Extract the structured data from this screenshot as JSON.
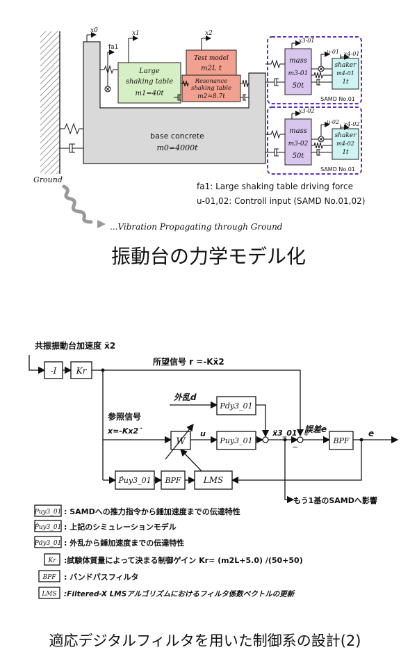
{
  "top": {
    "coords": [
      "x0",
      "x1",
      "x2",
      "x3-01",
      "x3-02",
      "u-01",
      "u-02",
      "x4-01",
      "x4-02"
    ],
    "fa1": "fa1",
    "large_table": [
      "Large",
      "shaking table",
      "m1=40t"
    ],
    "test_model": [
      "Test model",
      "m2L t"
    ],
    "resonance_table": [
      "Resonance",
      "shaking table",
      "m2=8.7t"
    ],
    "base": [
      "base concrete",
      "m0=4000t"
    ],
    "mass1": [
      "mass",
      "m3-01",
      "50t"
    ],
    "mass2": [
      "mass",
      "m3-02",
      "50t"
    ],
    "shaker1": [
      "shaker",
      "m4-01",
      "1t"
    ],
    "shaker2": [
      "shaker",
      "m4-02",
      "1t"
    ],
    "samd1": "SAMD No.01",
    "samd2": "SAMD No.01",
    "ground": "Ground",
    "legend_fa1": "fa1: Large shaking table driving force",
    "legend_u": "u-01,02: Controll input (SAMD No.01,02)",
    "vibration": "...Vibration Propagating through Ground",
    "caption": "振動台の力学モデル化"
  },
  "bottom": {
    "input_label": "共振振動台加速度 ẍ2",
    "gain_neg": "-I",
    "gain_k": "Kr",
    "desired": "所望信号 r =-Kẍ2",
    "disturbance": "外乱d",
    "p_dy": "Pdy3_01",
    "ref_label": "参照信号",
    "ref_eq": "x=-Kx2¨",
    "w": "W",
    "u": "u",
    "p_uy": "Puy3_01",
    "x3": "ẍ3_01",
    "error_label": "誤差e",
    "bpf": "BPF",
    "e": "e",
    "p_hat": "P̂uy3_01",
    "bpf2": "BPF",
    "lms": "LMS",
    "other_samd": "もう1基のSAMDへ影響",
    "plus": "+",
    "minus": "−",
    "legend": [
      {
        "sym": "Puy3_01",
        "text": ": SAMDへの推力指令から錘加速度までの伝達特性"
      },
      {
        "sym": "P̂uy3_01",
        "text": ": 上記のシミュレーションモデル"
      },
      {
        "sym": "Pdy3_01",
        "text": ": 外乱から錘加速度までの伝達特性"
      },
      {
        "sym": "Kr",
        "text": ":試験体質量によって決まる制御ゲイン  Kr= (m2L+5.0) /(50+50)"
      },
      {
        "sym": "BPF",
        "text": ": バンドパスフィルタ"
      },
      {
        "sym": "LMS",
        "text": ":Filtered-X LMSアルゴリズムにおけるフィルタ係数ベクトルの更新"
      }
    ],
    "caption": "適応デジタルフィルタを用いた制御系の設計(2)"
  }
}
